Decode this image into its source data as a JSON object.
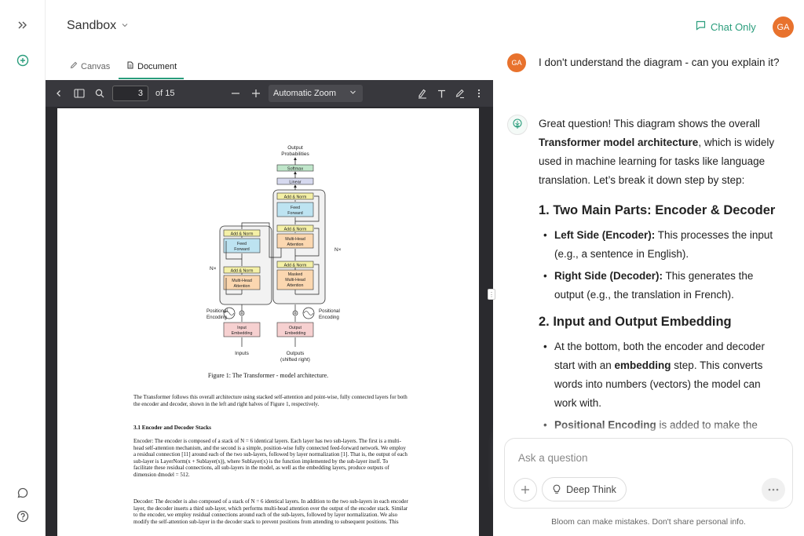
{
  "header": {
    "workspace_title": "Sandbox",
    "chat_only_label": "Chat Only",
    "avatar_initials": "GA"
  },
  "tabs": [
    {
      "label": "Canvas",
      "active": false
    },
    {
      "label": "Document",
      "active": true
    }
  ],
  "pdf_toolbar": {
    "page_number": "3",
    "page_total": "of 15",
    "zoom": "Automatic Zoom"
  },
  "paper": {
    "figure": {
      "output_probabilities": "Output",
      "output_probabilities_2": "Probabilities",
      "softmax": "Softmax",
      "linear": "Linear",
      "add_norm": "Add & Norm",
      "feed_forward_1": "Feed",
      "feed_forward_2": "Forward",
      "multi_head_1": "Multi-Head",
      "multi_head_2": "Attention",
      "masked_1": "Masked",
      "masked_2": "Multi-Head",
      "masked_3": "Attention",
      "nx": "N×",
      "positional": "Positional",
      "encoding": "Encoding",
      "input_embedding_1": "Input",
      "input_embedding_2": "Embedding",
      "output_embedding_1": "Output",
      "output_embedding_2": "Embedding",
      "inputs": "Inputs",
      "outputs": "Outputs",
      "shifted_right": "(shifted right)",
      "caption": "Figure 1: The Transformer - model architecture."
    },
    "para1": "The Transformer follows this overall architecture using stacked self-attention and point-wise, fully connected layers for both the encoder and decoder, shown in the left and right halves of Figure 1, respectively.",
    "section": "3.1    Encoder and Decoder Stacks",
    "encoder_para": "Encoder:   The encoder is composed of a stack of N = 6 identical layers. Each layer has two sub-layers. The first is a multi-head self-attention mechanism, and the second is a simple, position-wise fully connected feed-forward network. We employ a residual connection [11] around each of the two sub-layers, followed by layer normalization [1]. That is, the output of each sub-layer is LayerNorm(x + Sublayer(x)), where Sublayer(x) is the function implemented by the sub-layer itself. To facilitate these residual connections, all sub-layers in the model, as well as the embedding layers, produce outputs of dimension dmodel = 512.",
    "decoder_para": "Decoder:   The decoder is also composed of a stack of N = 6 identical layers. In addition to the two sub-layers in each encoder layer, the decoder inserts a third sub-layer, which performs multi-head attention over the output of the encoder stack. Similar to the encoder, we employ residual connections around each of the sub-layers, followed by layer normalization. We also modify the self-attention sub-layer in the decoder stack to prevent positions from attending to subsequent positions. This"
  },
  "chat": {
    "user_initials": "GA",
    "user_message": "I don't understand the diagram - can you explain it?",
    "bot_intro_1": "Great question! This diagram shows the overall ",
    "bot_intro_bold": "Transformer model architecture",
    "bot_intro_2": ", which is widely used in machine learning for tasks like language translation. Let’s break it down step by step:",
    "h1": "1. Two Main Parts: Encoder & Decoder",
    "b1_bold": "Left Side (Encoder):",
    "b1_text": " This processes the input (e.g., a sentence in English).",
    "b2_bold": "Right Side (Decoder):",
    "b2_text": " This generates the output (e.g., the translation in French).",
    "h2": "2. Input and Output Embedding",
    "b3_text1": "At the bottom, both the encoder and decoder start with an ",
    "b3_bold": "embedding",
    "b3_text2": " step. This converts words into numbers (vectors) the model can work with.",
    "b4_bold": "Positional Encoding",
    "b4_text": " is added to make the"
  },
  "composer": {
    "placeholder": "Ask a question",
    "deep_think_label": "Deep Think",
    "disclaimer": "Bloom can make mistakes. Don't share personal info."
  },
  "colors": {
    "accent": "#2a9d7c",
    "avatar": "#e8722d",
    "toolbar": "#38383d"
  }
}
